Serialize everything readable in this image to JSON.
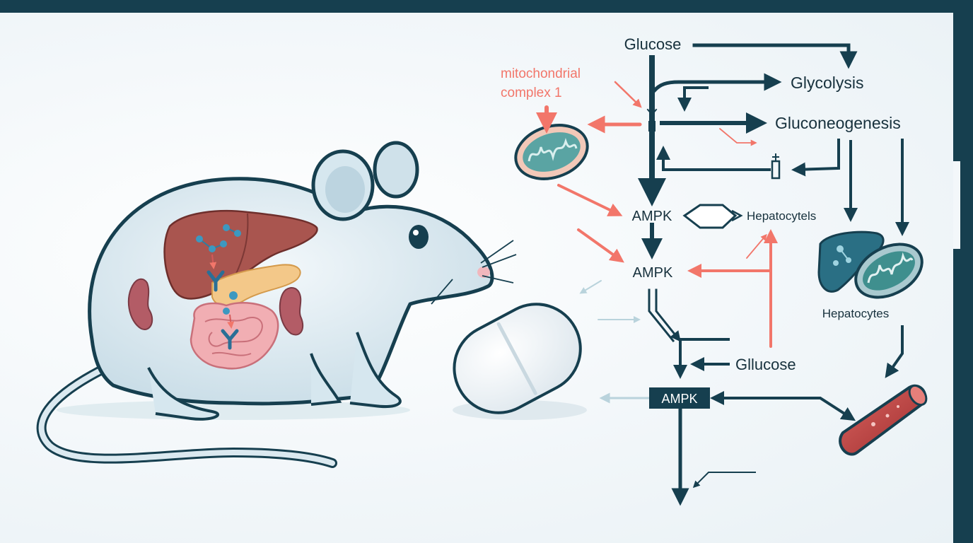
{
  "labels": {
    "glucose_top": "Glucose",
    "mito_line1": "mitochondrial",
    "mito_line2": "complex 1",
    "glycolysis": "Glycolysis",
    "gluconeogenesis": "Gluconeogenesis",
    "ampk_1": "AMPK",
    "hepatocytels": "Hepatocytels",
    "ampk_2": "AMPK",
    "hepatocytes": "Hepatocytes",
    "glucose_bottom": "Gllucose",
    "ampk_3": "AMPK"
  },
  "colors": {
    "dark_teal": "#163f4f",
    "salmon": "#f2766a",
    "mouse_body": "#dbe9f0",
    "liver": "#a9554f",
    "intestine": "#f1aeb3",
    "pancreas": "#f3c889",
    "pill": "#f6f9fb"
  }
}
